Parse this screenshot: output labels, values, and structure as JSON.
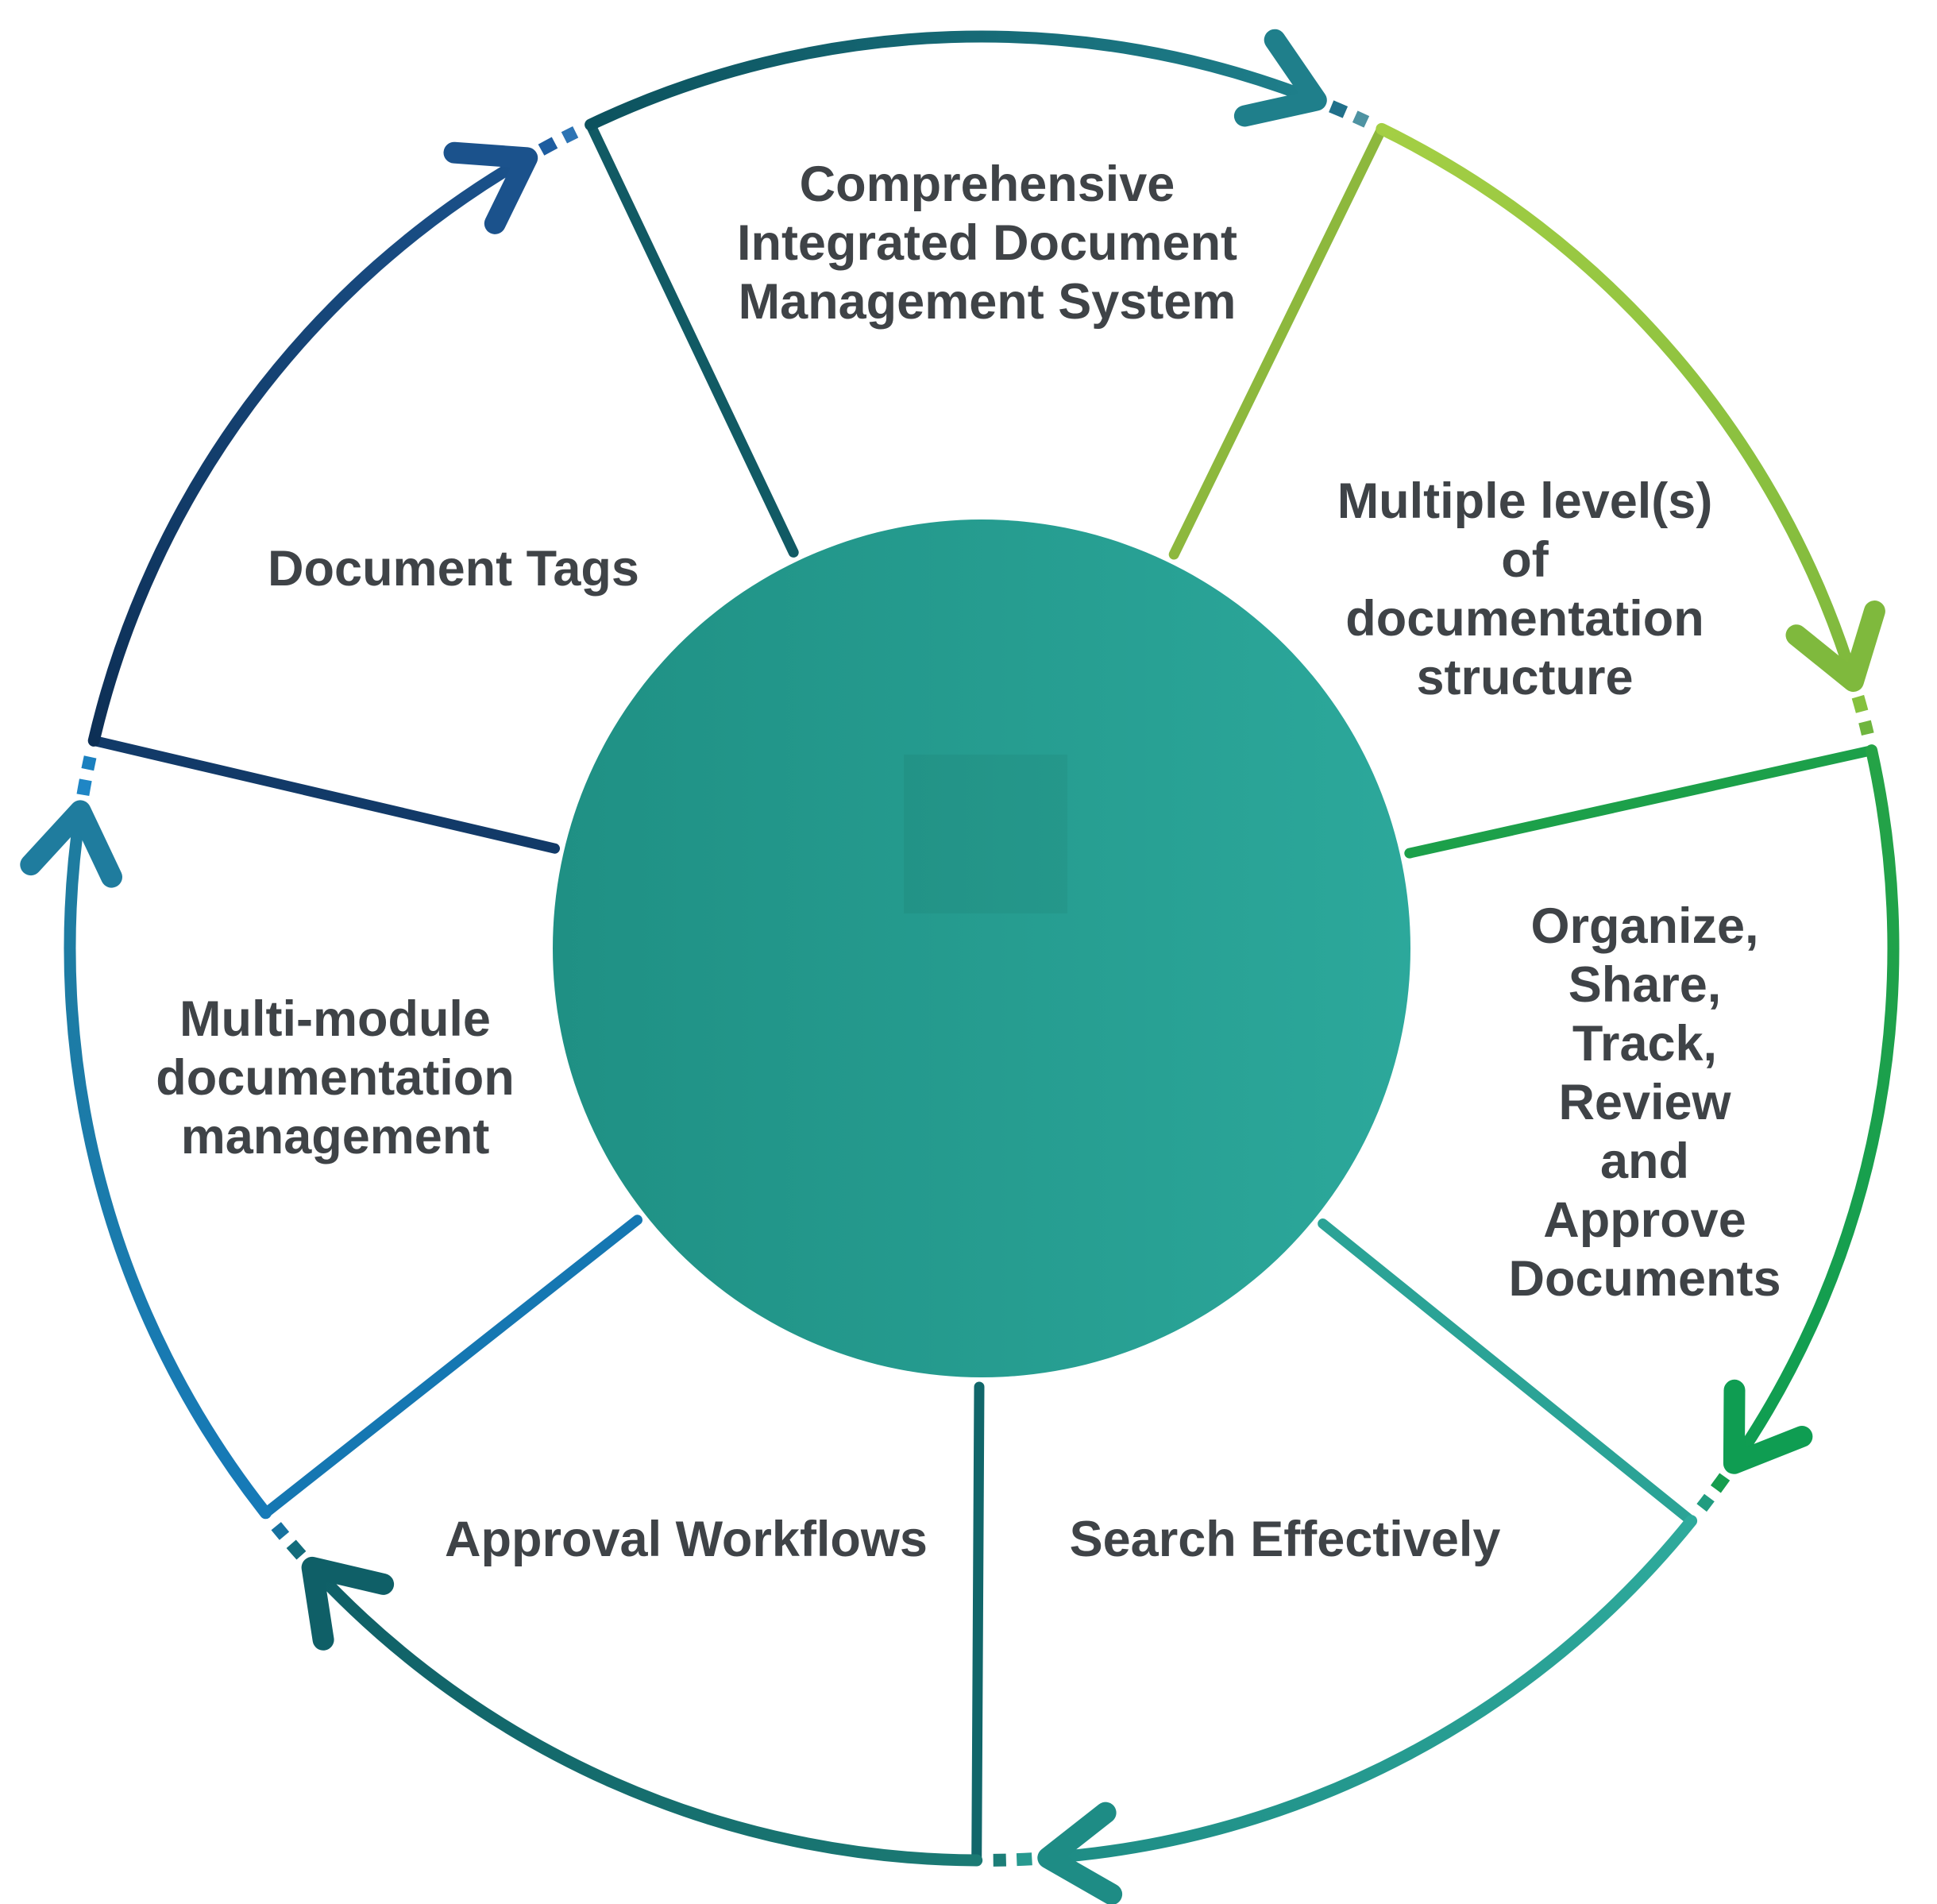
{
  "diagram": {
    "background": "#FFFFFF",
    "text_color": "#3F4347",
    "center_circle": {
      "left_color": "#1F9084",
      "right_color": "#2CA89B"
    },
    "segments": [
      {
        "id": "comprehensive",
        "label": "Comprehensive\nIntegrated Document\nManagement System",
        "divider_color": "#115A64",
        "arc_start_color": "#0C525E",
        "arc_end_color": "#1F7F8B",
        "dash_colors": [
          "#20708A",
          "#4E93A2"
        ]
      },
      {
        "id": "multiple-levels",
        "label": "Multiple level(s)\nof documentation\nstructure",
        "divider_color": "#8DB83D",
        "arc_start_color": "#A4CF44",
        "arc_end_color": "#7FB93D",
        "dash_colors": [
          "#85C13E",
          "#6FB53F"
        ]
      },
      {
        "id": "organize-share-track",
        "label": "Organize, Share,\nTrack, Review\nand Approve\nDocuments",
        "divider_color": "#1CA04A",
        "arc_start_color": "#25A347",
        "arc_end_color": "#0F9D52",
        "dash_colors": [
          "#169D4E",
          "#219C80"
        ]
      },
      {
        "id": "search-effectively",
        "label": "Search Effectively",
        "divider_color": "#2BA396",
        "arc_start_color": "#2EAA9C",
        "arc_end_color": "#1E8C85",
        "dash_colors": [
          "#279A90",
          "#1C7E78"
        ]
      },
      {
        "id": "approval-workflows",
        "label": "Approval Workflows",
        "divider_color": "#11666A",
        "arc_start_color": "#1B7A74",
        "arc_end_color": "#0F5F67",
        "dash_colors": [
          "#136C7B",
          "#16719F"
        ]
      },
      {
        "id": "multi-module",
        "label": "Multi-module\ndocumentation\nmanagement",
        "divider_color": "#1577B2",
        "arc_start_color": "#167AB8",
        "arc_end_color": "#1F7C9E",
        "dash_colors": [
          "#1F86C5",
          "#1B80BF"
        ]
      },
      {
        "id": "document-tags",
        "label": "Document Tags",
        "divider_color": "#123A68",
        "arc_start_color": "#0D2F55",
        "arc_end_color": "#1B528C",
        "dash_colors": [
          "#1E5DA0",
          "#2D74B4"
        ]
      }
    ]
  }
}
